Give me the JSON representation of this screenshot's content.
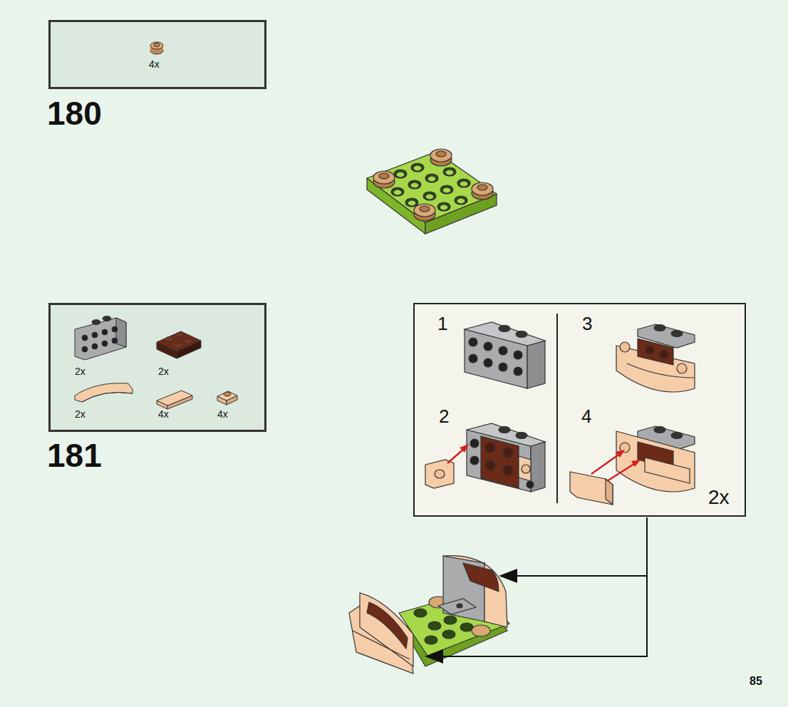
{
  "diagram": {
    "nodes": [
      {
        "text": [
          "4x"
        ]
      },
      {
        "text": [
          "2x",
          "2x",
          "2x",
          "4x",
          "4x"
        ]
      },
      {
        "text": [
          "1",
          "3",
          "2",
          "4",
          "2x"
        ]
      }
    ],
    "labels": [
      "180",
      "181",
      "85"
    ]
  }
}
